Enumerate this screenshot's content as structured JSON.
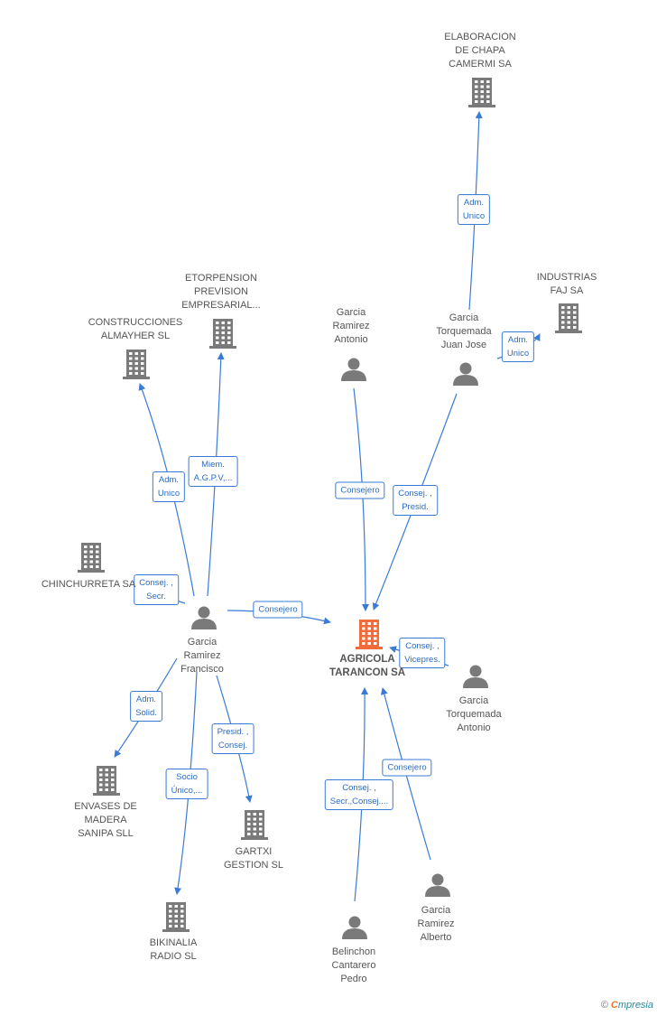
{
  "colors": {
    "edge": "#3a7bd5",
    "icon": "#7a7a7a",
    "main_icon": "#f26b3a",
    "label": "#555555"
  },
  "nodes": [
    {
      "id": "agricola",
      "type": "company",
      "main": true,
      "label": "AGRICOLA\nTARANCON SA"
    },
    {
      "id": "elaboracion",
      "type": "company",
      "label": "ELABORACION\nDE CHAPA\nCAMERMI SA"
    },
    {
      "id": "industrias",
      "type": "company",
      "label": "INDUSTRIAS\nFAJ SA"
    },
    {
      "id": "etorpension",
      "type": "company",
      "label": "ETORPENSION\nPREVISION\nEMPRESARIAL..."
    },
    {
      "id": "construcciones",
      "type": "company",
      "label": "CONSTRUCCIONES\nALMAYHER SL"
    },
    {
      "id": "chinchurreta",
      "type": "company",
      "label": "CHINCHURRETA SA"
    },
    {
      "id": "envases",
      "type": "company",
      "label": "ENVASES DE\nMADERA\nSANIPA SLL"
    },
    {
      "id": "gartxi",
      "type": "company",
      "label": "GARTXI\nGESTION SL"
    },
    {
      "id": "bikinalia",
      "type": "company",
      "label": "BIKINALIA\nRADIO SL"
    },
    {
      "id": "p_antonio",
      "type": "person",
      "label": "Garcia\nRamirez\nAntonio"
    },
    {
      "id": "p_juanjose",
      "type": "person",
      "label": "Garcia\nTorquemada\nJuan Jose"
    },
    {
      "id": "p_francisco",
      "type": "person",
      "label": "Garcia\nRamirez\nFrancisco"
    },
    {
      "id": "p_torq_antonio",
      "type": "person",
      "label": "Garcia\nTorquemada\nAntonio"
    },
    {
      "id": "p_alberto",
      "type": "person",
      "label": "Garcia\nRamirez\nAlberto"
    },
    {
      "id": "p_belinchon",
      "type": "person",
      "label": "Belinchon\nCantarero\nPedro"
    }
  ],
  "edges": [
    {
      "from": "p_juanjose",
      "to": "elaboracion",
      "label": "Adm.\nUnico"
    },
    {
      "from": "p_juanjose",
      "to": "industrias",
      "label": "Adm.\nUnico"
    },
    {
      "from": "p_francisco",
      "to": "etorpension",
      "label": "Miem.\nA.G.P.V,..."
    },
    {
      "from": "p_francisco",
      "to": "construcciones",
      "label": "Adm.\nUnico"
    },
    {
      "from": "p_francisco",
      "to": "chinchurreta",
      "label": "Consej. ,\nSecr."
    },
    {
      "from": "p_francisco",
      "to": "agricola",
      "label": "Consejero"
    },
    {
      "from": "p_antonio",
      "to": "agricola",
      "label": "Consejero"
    },
    {
      "from": "p_juanjose",
      "to": "agricola",
      "label": "Consej. ,\nPresid."
    },
    {
      "from": "p_torq_antonio",
      "to": "agricola",
      "label": "Consej. ,\nVicepres."
    },
    {
      "from": "p_francisco",
      "to": "envases",
      "label": "Adm.\nSolid."
    },
    {
      "from": "p_francisco",
      "to": "gartxi",
      "label": "Presid. ,\nConsej."
    },
    {
      "from": "p_francisco",
      "to": "bikinalia",
      "label": "Socio\nÚnico,..."
    },
    {
      "from": "p_belinchon",
      "to": "agricola",
      "label": "Consej. ,\nSecr.,Consej...."
    },
    {
      "from": "p_alberto",
      "to": "agricola",
      "label": "Consejero"
    }
  ],
  "footer": {
    "copyright": "©",
    "brand_first": "C",
    "brand_rest": "mpresia"
  }
}
